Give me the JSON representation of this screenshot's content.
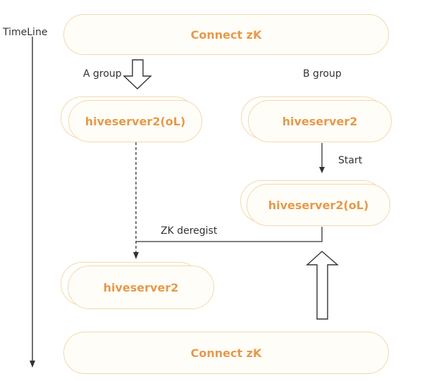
{
  "timeline_label": "TimeLine",
  "top_box": "Connect zK",
  "bottom_box": "Connect zK",
  "group_a": {
    "label": "A group",
    "node_initial": "hiveserver2(oL)",
    "node_after": "hiveserver2"
  },
  "group_b": {
    "label": "B group",
    "node_initial": "hiveserver2",
    "start_label": "Start",
    "node_after": "hiveserver2(oL)"
  },
  "deregister_label": "ZK deregist",
  "colors": {
    "box_text": "#e59a4a",
    "box_border": "#f3d8ad",
    "line": "#333333"
  }
}
